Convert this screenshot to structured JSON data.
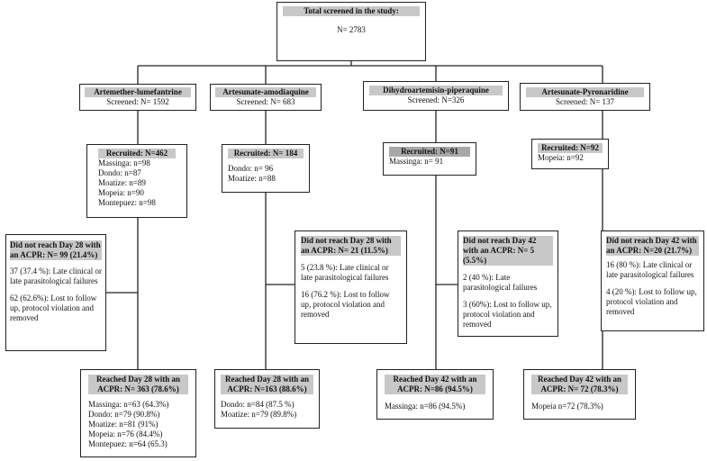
{
  "total": {
    "title": "Total screened in the study:",
    "count": "N= 2783"
  },
  "arms": [
    {
      "name": "Artemether-lumefantrine",
      "screened": "Screened: N= 1592",
      "recruited": {
        "title": "Recruited: N=462",
        "sites": [
          "Massinga: n=98",
          "Dondo: n=87",
          "Moatize: n=89",
          "Mopeia: n=90",
          "Montepuez: n=98"
        ]
      },
      "not_reached": {
        "title": "Did not reach Day 28 with an ACPR: N= 99 (21.4%)",
        "reasons": [
          "37 (37.4 %): Late clinical or late parasitological failures",
          "62 (62.6%): Lost to follow up, protocol violation and removed"
        ]
      },
      "reached": {
        "title": "Reached Day 28 with an ACPR: N= 363 (78.6%)",
        "sites": [
          "Massinga: n=63 (64.3%)",
          "Dondo: n=79 (90.8%)",
          "Moatize: n=81 (91%)",
          "Mopeia: n=76 (84.4%)",
          "Montepuez: n=64 (65.3)"
        ]
      }
    },
    {
      "name": "Artesunate-amodiaquine",
      "screened": "Screened: N= 683",
      "recruited": {
        "title": "Recruited: N= 184",
        "sites": [
          "Dondo: n= 96",
          "Moatize: n=88"
        ]
      },
      "not_reached": {
        "title": "Did not reach Day 28 with an ACPR: N= 21 (11.5%)",
        "reasons": [
          "5 (23.8 %): Late clinical or late parasitological failures",
          "16 (76.2 %): Lost to follow up, protocol violation and removed"
        ]
      },
      "reached": {
        "title": "Reached Day 28 with an ACPR: N=163 (88.6%)",
        "sites": [
          "Dondo: n=84 (87.5 %)",
          "Moatize: n=79 (89.8%)"
        ]
      }
    },
    {
      "name": "Dihydroartemisin-piperaquine",
      "screened": "Screened: N=326",
      "recruited": {
        "title": "Recruited: N=91",
        "sites": [
          "Massinga: n= 91"
        ]
      },
      "not_reached": {
        "title": "Did not reach Day 42 with an ACPR: N= 5 (5.5%)",
        "reasons": [
          "2 (40 %): Late parasitological failures",
          "3 (60%): Lost to follow up, protocol violation and removed"
        ]
      },
      "reached": {
        "title": "Reached Day 42 with an ACPR: N=86 (94.5%)",
        "sites": [
          "Massinga: n=86 (94.5%)"
        ]
      }
    },
    {
      "name": "Artesunate-Pyronaridine",
      "screened": "Screened: N= 137",
      "recruited": {
        "title": "Recruited: N=92",
        "sites": [
          "Mopeia: n=92"
        ]
      },
      "not_reached": {
        "title": "Did not reach Day 42 with an ACPR: N=20 (21.7%)",
        "reasons": [
          "16 (80 %): Late clinical or late parasitological failures",
          "4 (20 %): Lost to follow up, protocol violation and removed"
        ]
      },
      "reached": {
        "title": "Reached Day 42 with an ACPR: N= 72 (78.3%)",
        "sites": [
          "Mopeia n=72 (78.3%)"
        ]
      }
    }
  ]
}
